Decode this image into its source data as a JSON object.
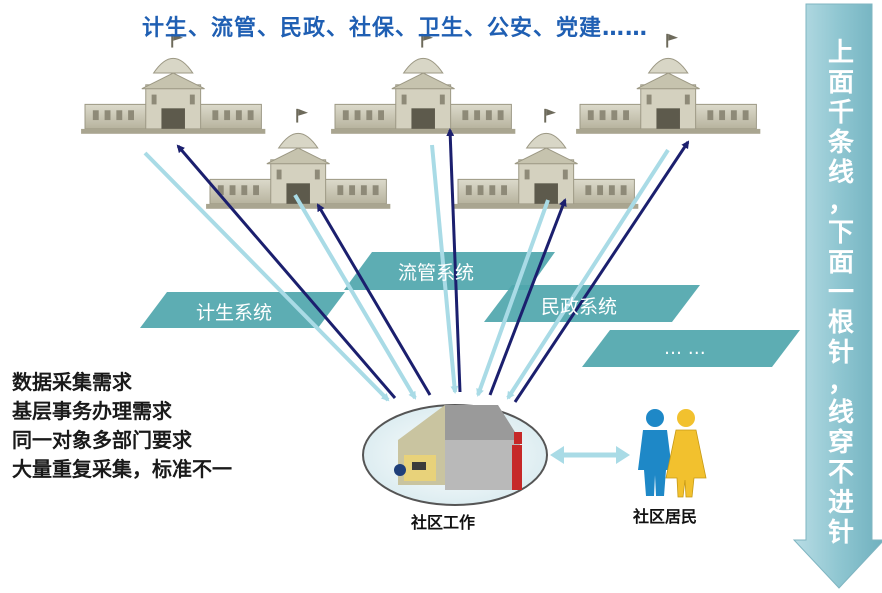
{
  "title": "计生、流管、民政、社保、卫生、公安、党建……",
  "systems": [
    "计生系统",
    "流管系统",
    "民政系统",
    "… …"
  ],
  "needs": [
    "数据采集需求",
    "基层事务办理需求",
    "同一对象多部门要求",
    "大量重复采集，标准不一"
  ],
  "community_work_label": "社区工作",
  "residents_label": "社区居民",
  "side_arrow_text": [
    "上",
    "面",
    "千",
    "条",
    "线",
    "，",
    "下",
    "面",
    "一",
    "根",
    "针",
    "，",
    "线",
    "穿",
    "不",
    "进",
    "针"
  ],
  "colors": {
    "title_blue": "#1f5fb3",
    "panel_teal": "#4fa6ad",
    "arrow_dark": "#1b1f6e",
    "arrow_light": "#a9dbe6",
    "building": "#cbc8b5",
    "side_arrow": "#8fc6d1"
  }
}
